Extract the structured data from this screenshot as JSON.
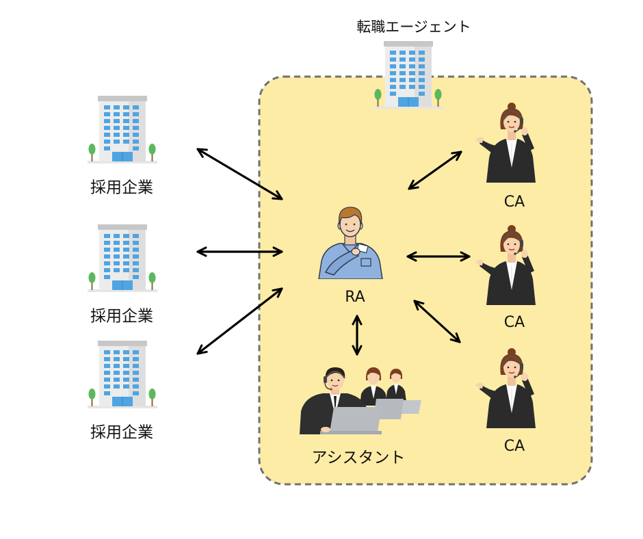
{
  "agency": {
    "title": "転職エージェント",
    "icon": "building-icon"
  },
  "companies": [
    {
      "label": "採用企業",
      "icon": "building-icon"
    },
    {
      "label": "採用企業",
      "icon": "building-icon"
    },
    {
      "label": "採用企業",
      "icon": "building-icon"
    }
  ],
  "ra": {
    "label": "RA",
    "icon": "male-person-icon"
  },
  "cas": [
    {
      "label": "CA",
      "icon": "female-headset-icon"
    },
    {
      "label": "CA",
      "icon": "female-headset-icon"
    },
    {
      "label": "CA",
      "icon": "female-headset-icon"
    }
  ],
  "assistant": {
    "label": "アシスタント",
    "icon": "operators-group-icon"
  },
  "colors": {
    "agency_fill": "#fdeca6",
    "agency_border": "#707070",
    "arrow": "#000000",
    "window_blue": "#4fa4e2",
    "tree_green": "#5cb85c"
  }
}
